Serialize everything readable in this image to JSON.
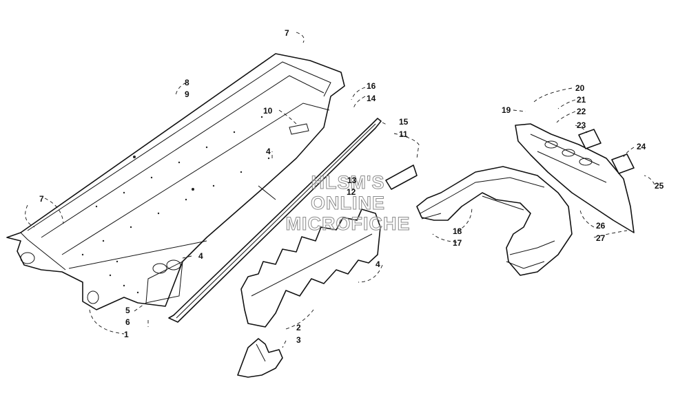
{
  "diagram": {
    "callouts": [
      "1",
      "2",
      "3",
      "4",
      "4",
      "4",
      "5",
      "6",
      "7",
      "7",
      "8",
      "9",
      "10",
      "11",
      "12",
      "13",
      "14",
      "15",
      "16",
      "17",
      "18",
      "19",
      "20",
      "21",
      "22",
      "23",
      "24",
      "25",
      "26",
      "27"
    ],
    "watermark_lines": [
      "HLSM'S",
      "ONLINE",
      "MICROFICHE"
    ],
    "colors": {
      "ink": "#111111",
      "paper": "#ffffff",
      "watermark": "#8a8a8a"
    }
  }
}
